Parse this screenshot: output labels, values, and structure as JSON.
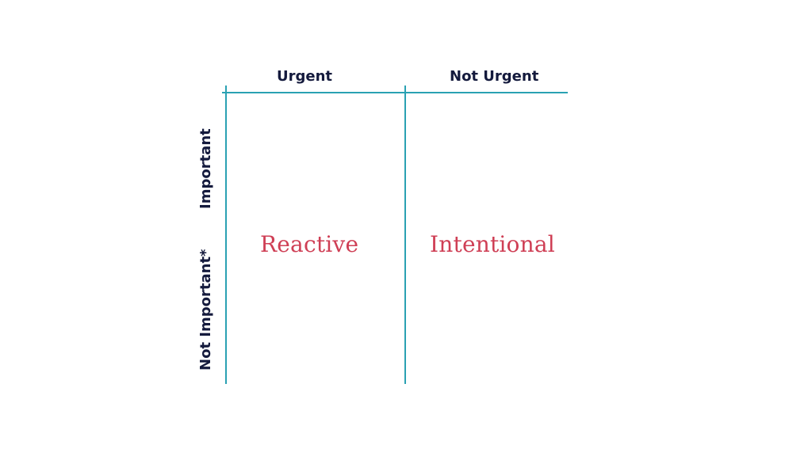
{
  "matrix": {
    "columns": {
      "urgent": "Urgent",
      "not_urgent": "Not Urgent"
    },
    "rows": {
      "important": "Important",
      "not_important": "Not Important*"
    },
    "quadrants": {
      "reactive": "Reactive",
      "intentional": "Intentional"
    },
    "colors": {
      "grid_line": "#2aa1b3",
      "heading_text": "#141a3d",
      "quadrant_text": "#cf3f55",
      "background": "#ffffff"
    }
  }
}
